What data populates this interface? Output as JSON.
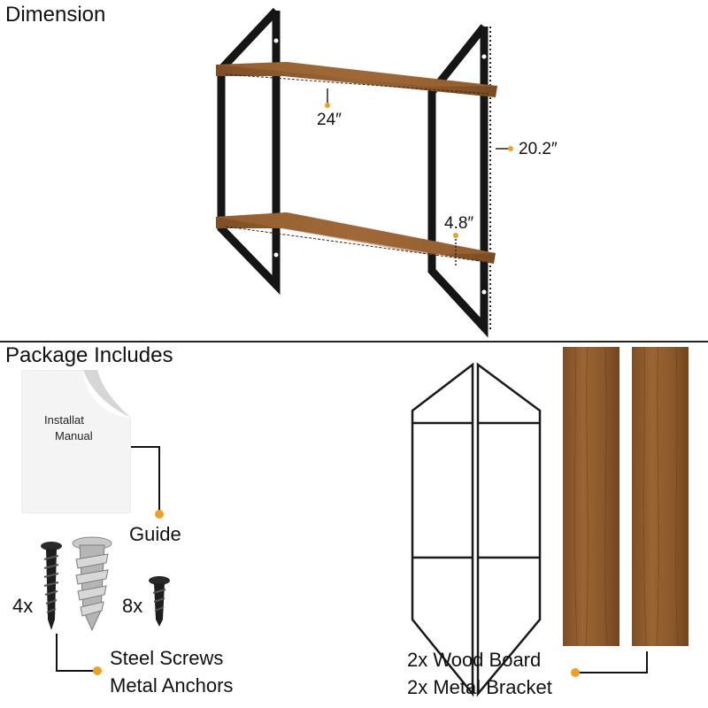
{
  "sections": {
    "dimension_title": "Dimension",
    "package_title": "Package Includes"
  },
  "dimensions": {
    "width": "24″",
    "height": "20.2″",
    "depth": "4.8″"
  },
  "package": {
    "manual_line1": "Installat",
    "manual_line2": "Manual",
    "guide_label": "Guide",
    "screw_count": "4x",
    "small_screw_count": "8x",
    "screws_label": "Steel Screws",
    "anchors_label": "Metal Anchors",
    "board_label": "2x Wood Board",
    "bracket_label": "2x Metal Bracket"
  },
  "colors": {
    "wood": "#8a5a2e",
    "wood_dark": "#6e4420",
    "metal": "#1a1a1a",
    "callout_dot": "#f0a020",
    "anchor": "#b8b8b8"
  },
  "icons": [
    "shelf-product-illustration",
    "manual-icon",
    "screw-icon",
    "wall-anchor-icon",
    "small-screw-icon",
    "bracket-frame-icon",
    "wood-board-icon"
  ]
}
